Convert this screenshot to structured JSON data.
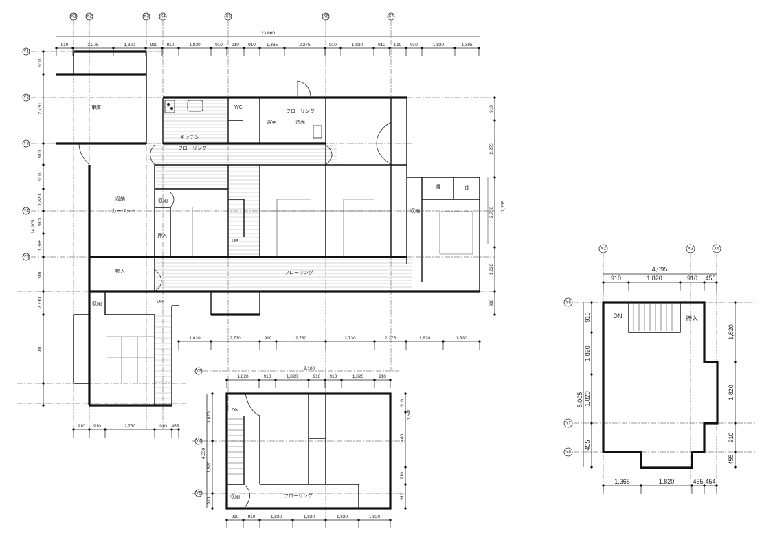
{
  "main_plan": {
    "grid_x": [
      "X1",
      "X2",
      "X3",
      "X4",
      "X5",
      "X6",
      "X7"
    ],
    "grid_y": [
      "Y1",
      "Y2",
      "Y3",
      "Y4",
      "Y5"
    ],
    "overall_width": "23,660",
    "top_dims": [
      "910",
      "2,275",
      "1,820",
      "910",
      "910",
      "1,820",
      "910",
      "910",
      "910",
      "1,365",
      "2,275",
      "910",
      "1,820",
      "910",
      "910",
      "910",
      "1,820",
      "1,365"
    ],
    "overall_depth": "14,105",
    "left_dims": [
      "910",
      "2,730",
      "910",
      "910",
      "1,820",
      "910",
      "1,365",
      "910",
      "2,730",
      "910"
    ],
    "right_dims": [
      "910",
      "2,275",
      "2,730",
      "1,820",
      "910"
    ],
    "right_overall": "7,735",
    "mid_dims": [
      "1,820",
      "2,730",
      "910",
      "2,730",
      "2,730",
      "2,275",
      "1,820",
      "1,820"
    ],
    "bottom_dims": [
      "910",
      "910",
      "2,730",
      "910",
      "455"
    ],
    "rooms": {
      "garage": "車庫",
      "kitchen": "キッチン",
      "wc": "WC",
      "bath": "浴室",
      "flooring_wash": "フローリング",
      "washroom": "洗面",
      "corridor": "フローリング",
      "storage_carpet_1": "収納",
      "storage_carpet_2": "カーペット",
      "storage": "収納",
      "closet": "押入",
      "up": "UP",
      "storeroom": "物入",
      "shelf": "棚",
      "alcove": "床",
      "storage_right": "収納",
      "hall": "フローリング",
      "storage_lower": "収納",
      "up_lower": "UP"
    }
  },
  "second_plan": {
    "grid_y": [
      "Y3",
      "Y4",
      "Y5"
    ],
    "overall_width": "9,100",
    "top_dims": [
      "1,820",
      "910",
      "1,820",
      "910",
      "910",
      "1,820",
      "910"
    ],
    "overall_depth": "4,550",
    "left_dims": [
      "1,820",
      "1,820",
      "910"
    ],
    "right_dims": [
      "910",
      "1,480",
      "910",
      "910"
    ],
    "right_small": "1,540",
    "bottom_dims": [
      "910",
      "910",
      "1,820",
      "1,820",
      "1,820",
      "1,820"
    ],
    "rooms": {
      "dn": "DN",
      "storage": "収納",
      "flooring": "フローリング"
    }
  },
  "third_plan": {
    "grid_x": [
      "X2",
      "X3",
      "X4"
    ],
    "grid_y": [
      "Y6",
      "Y7",
      "Y8"
    ],
    "overall_width": "4,095",
    "top_dims": [
      "910",
      "1,820",
      "910",
      "455"
    ],
    "overall_depth": "5,005",
    "left_dims": [
      "910",
      "1,820",
      "1,820",
      "455"
    ],
    "right_dims": [
      "1,820",
      "1,820",
      "910",
      "455"
    ],
    "bottom_dims": [
      "1,365",
      "1,820",
      "455",
      "454"
    ],
    "rooms": {
      "dn": "DN",
      "closet": "押入"
    }
  }
}
